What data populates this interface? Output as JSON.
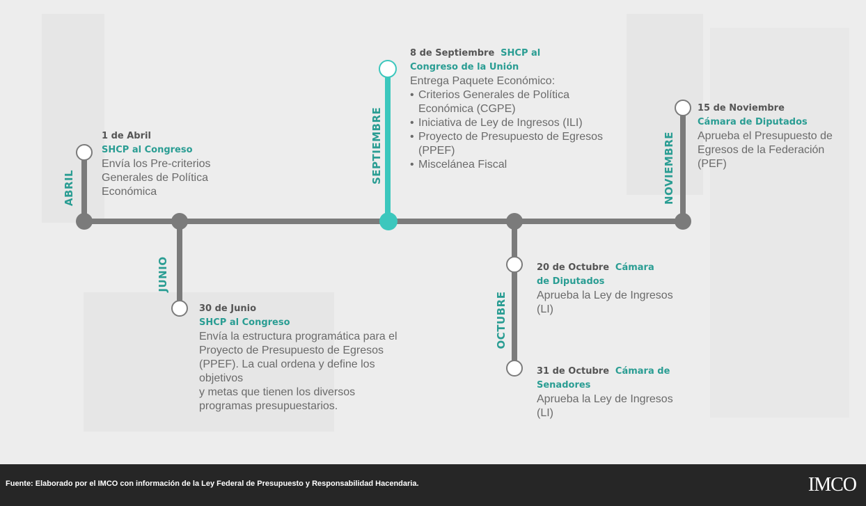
{
  "months": {
    "abril": "ABRIL",
    "junio": "JUNIO",
    "septiembre": "SEPTIEMBRE",
    "octubre": "OCTUBRE",
    "noviembre": "NOVIEMBRE"
  },
  "events": {
    "abril": {
      "date": "1 de Abril",
      "institution": "SHCP al Congreso",
      "description": [
        "Envía los Pre-criterios",
        "Generales  de Política",
        "Económica"
      ]
    },
    "junio": {
      "date": "30 de Junio",
      "institution": "SHCP al Congreso",
      "description": [
        "Envía la estructura programática para el",
        "Proyecto de Presupuesto de Egresos",
        "(PPEF). La cual ordena y define los",
        "objetivos",
        "y metas que tienen los diversos",
        "programas  presupuestarios."
      ]
    },
    "septiembre": {
      "date": "8 de Septiembre",
      "institution_a": "SHCP al",
      "institution_b": "Congreso de la Unión",
      "intro": "Entrega Paquete Económico:",
      "items": [
        [
          "Criterios Generales de Política",
          "Económica (CGPE)"
        ],
        [
          "Iniciativa de Ley de Ingresos (ILI)"
        ],
        [
          "Proyecto de Presupuesto de Egresos",
          "(PPEF)"
        ],
        [
          "Miscelánea Fiscal"
        ]
      ]
    },
    "octubre_20": {
      "date": "20 de Octubre",
      "institution_a": "Cámara",
      "institution_b": "de Diputados",
      "description": [
        "Aprueba la Ley de Ingresos",
        "(LI)"
      ]
    },
    "octubre_31": {
      "date": "31 de  Octubre",
      "institution_a": "Cámara de",
      "institution_b": "Senadores",
      "description": [
        "Aprueba la Ley de Ingresos",
        "(LI)"
      ]
    },
    "noviembre": {
      "date": "15 de Noviembre",
      "institution": "Cámara de Diputados",
      "description": [
        "Aprueba el Presupuesto de",
        "Egresos de la Federación",
        "(PEF)"
      ]
    }
  },
  "footer": {
    "source": "Fuente: Elaborado por el IMCO con información de la Ley Federal de Presupuesto y Responsabilidad  Hacendaria.",
    "logo": "IMCO"
  },
  "colors": {
    "accent": "#3cc7bd",
    "accent_text": "#2a9d93",
    "timeline": "#7b7b7b",
    "footer_bg": "#262626"
  }
}
